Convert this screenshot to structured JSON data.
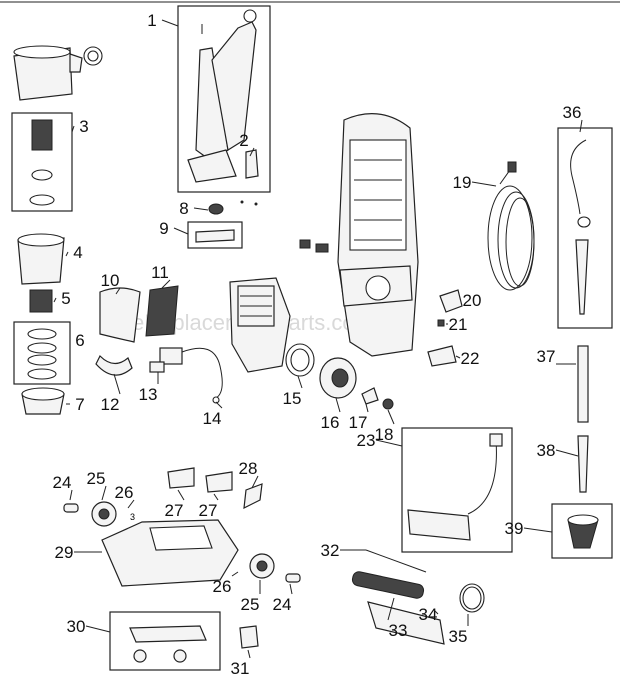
{
  "watermark": "eReplacementParts.com",
  "callouts": [
    "1",
    "2",
    "3",
    "4",
    "5",
    "6",
    "7",
    "8",
    "9",
    "10",
    "11",
    "12",
    "13",
    "14",
    "15",
    "16",
    "17",
    "18",
    "19",
    "20",
    "21",
    "22",
    "23",
    "24",
    "25",
    "26",
    "27",
    "27",
    "28",
    "29",
    "26",
    "25",
    "24",
    "30",
    "31",
    "32",
    "33",
    "34",
    "35",
    "36",
    "37",
    "38",
    "39"
  ]
}
